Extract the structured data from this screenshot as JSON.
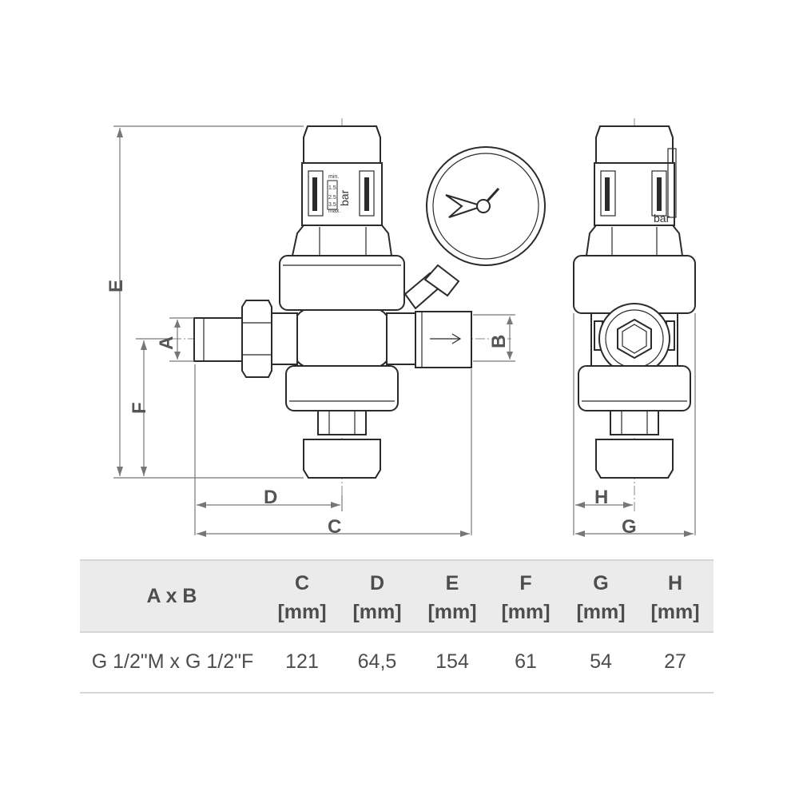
{
  "drawing": {
    "dimension_labels": {
      "A": "A",
      "B": "B",
      "C": "C",
      "D": "D",
      "E": "E",
      "F": "F",
      "G": "G",
      "H": "H"
    },
    "gauge_scale": [
      "min.",
      "1.5",
      "2.5",
      "3.5",
      "max."
    ],
    "unit_label": "bar"
  },
  "table": {
    "headers": [
      {
        "name": "A x B",
        "unit": ""
      },
      {
        "name": "C",
        "unit": "[mm]"
      },
      {
        "name": "D",
        "unit": "[mm]"
      },
      {
        "name": "E",
        "unit": "[mm]"
      },
      {
        "name": "F",
        "unit": "[mm]"
      },
      {
        "name": "G",
        "unit": "[mm]"
      },
      {
        "name": "H",
        "unit": "[mm]"
      }
    ],
    "rows": [
      [
        "G 1/2\"M x G 1/2\"F",
        "121",
        "64,5",
        "154",
        "61",
        "54",
        "27"
      ]
    ]
  }
}
